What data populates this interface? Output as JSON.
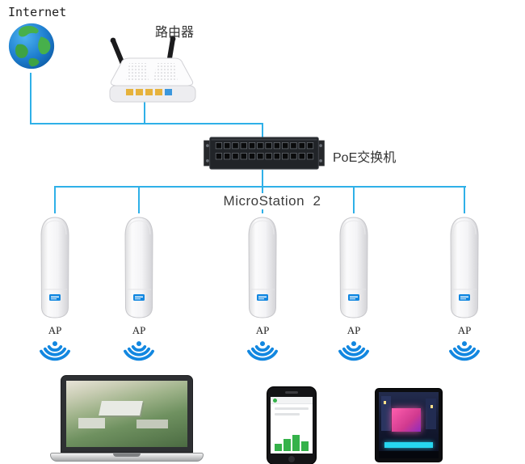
{
  "labels": {
    "internet": "Internet",
    "router": "路由器",
    "poe_switch": "PoE交换机",
    "microstation": "MicroStation  2"
  },
  "aps": [
    {
      "label": "AP"
    },
    {
      "label": "AP"
    },
    {
      "label": "AP"
    },
    {
      "label": "AP"
    },
    {
      "label": "AP"
    }
  ],
  "colors": {
    "connection_line": "#2fb0e8",
    "wifi_icon": "#1287e0",
    "label_text": "#333333"
  },
  "icons": {
    "internet": "earth-globe-icon",
    "router": "wireless-router-icon",
    "switch": "poe-rack-switch-icon",
    "access_point": "outdoor-ap-icon",
    "signal": "wifi-signal-icon",
    "clients": [
      "laptop-client",
      "smartphone-client",
      "billboard-client"
    ]
  }
}
